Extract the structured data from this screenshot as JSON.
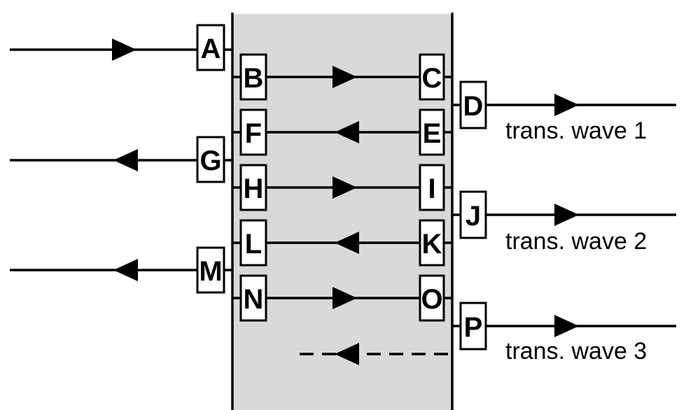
{
  "colors": {
    "slab": "#d9d9d9",
    "line": "#000000",
    "box_fill": "#ffffff"
  },
  "labels": {
    "A": "A",
    "B": "B",
    "C": "C",
    "D": "D",
    "E": "E",
    "F": "F",
    "G": "G",
    "H": "H",
    "I": "I",
    "J": "J",
    "K": "K",
    "L": "L",
    "M": "M",
    "N": "N",
    "O": "O",
    "P": "P"
  },
  "captions": {
    "wave1": "trans. wave 1",
    "wave2": "trans. wave 2",
    "wave3": "trans. wave 3"
  }
}
